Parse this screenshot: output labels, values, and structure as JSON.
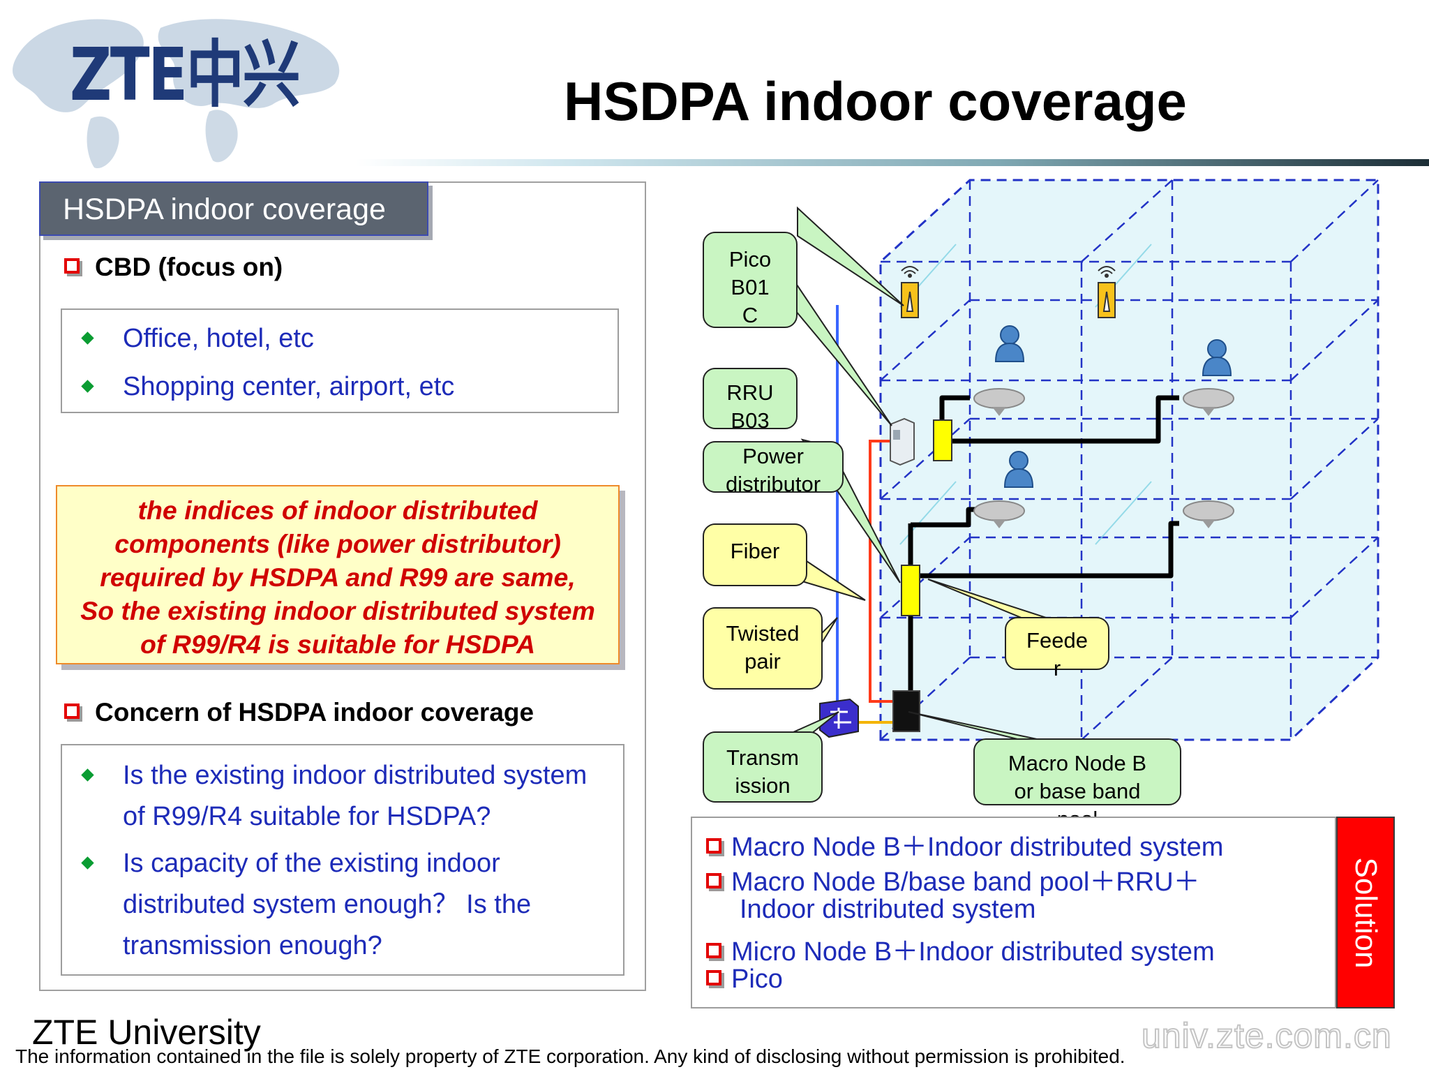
{
  "header": {
    "logo_text": "ZTE中兴",
    "title": "HSDPA indoor coverage"
  },
  "left_panel": {
    "tab_label": "HSDPA indoor coverage",
    "section1": {
      "heading": "CBD (focus on)",
      "items": [
        "Office, hotel, etc",
        "Shopping center, airport, etc"
      ]
    },
    "callout_lines": [
      "the indices of indoor distributed",
      "components (like power distributor)",
      "required by HSDPA and R99 are same,",
      "So the existing indoor distributed system",
      "of R99/R4 is suitable for HSDPA"
    ],
    "section2": {
      "heading": "Concern of HSDPA indoor coverage",
      "item1_lines": [
        "Is the existing indoor distributed system",
        "of R99/R4 suitable for HSDPA?"
      ],
      "item2_lines": [
        "Is capacity of the existing indoor",
        "distributed system enough？ Is the",
        "transmission enough?"
      ]
    }
  },
  "diagram": {
    "labels": {
      "pico": [
        "Pico",
        "B01",
        "C"
      ],
      "rru": [
        "RRU",
        "B03"
      ],
      "power_distributor": [
        "Power",
        "distributor"
      ],
      "fiber": [
        "Fiber"
      ],
      "twisted_pair": [
        "Twisted",
        "pair"
      ],
      "feeder": [
        "Feede",
        "r"
      ],
      "transmission": [
        "Transm",
        "ission"
      ],
      "macro_node_b": [
        "Macro Node B",
        "or base band",
        "pool"
      ]
    }
  },
  "solution": {
    "tag": "Solution",
    "lines": [
      "Macro Node B＋Indoor distributed system",
      "Macro Node B/base band pool＋RRU＋",
      "Indoor distributed system",
      "Micro Node B＋Indoor distributed system",
      "Pico"
    ]
  },
  "footer": {
    "org": "ZTE University",
    "note": "The information contained in the file is solely property of ZTE corporation. Any kind of disclosing without permission is prohibited.",
    "url": "univ.zte.com.cn"
  },
  "colors": {
    "bullet_red": "#e30000",
    "item_blue": "#1d2bb8",
    "diamond_green": "#0a9c32",
    "callout_text_red": "#d00000",
    "callout_bg": "#ffffc8",
    "solution_red": "#ff0000",
    "label_green": "#c9f5c2",
    "label_yellow": "#ffffa6",
    "building_fill": "#cdeff5",
    "building_dash": "#2233c6"
  }
}
